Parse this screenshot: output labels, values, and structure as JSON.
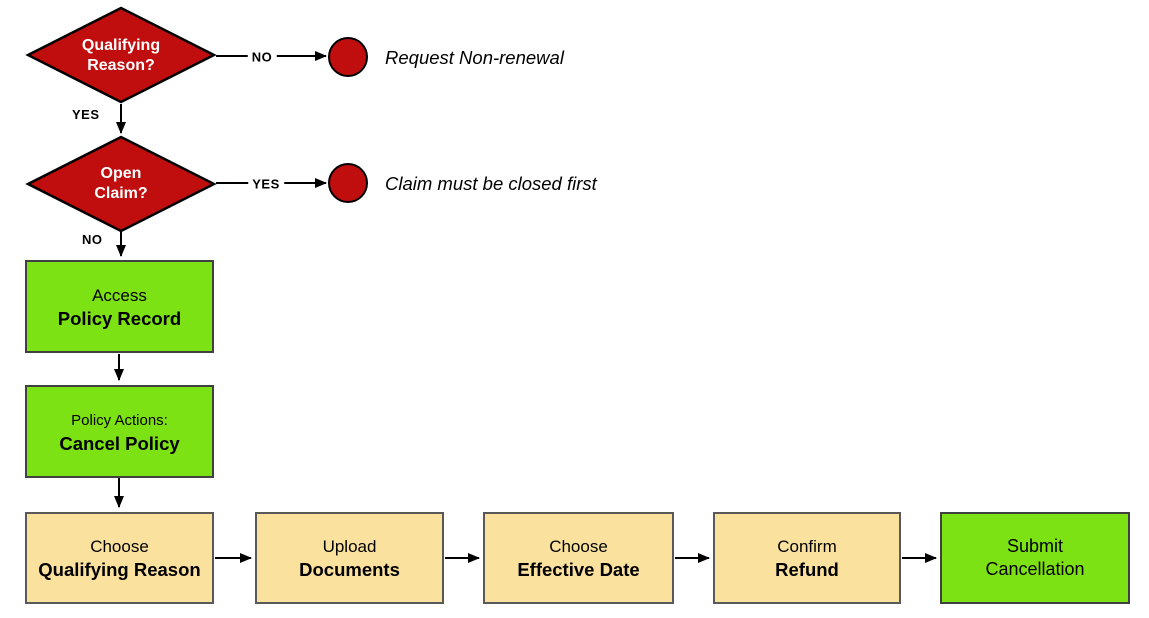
{
  "diagram": {
    "type": "flowchart",
    "topic": "Policy cancellation process"
  },
  "colors": {
    "decision_fill": "#C00D0D",
    "terminator_fill": "#C00D0D",
    "green_fill": "#7CE214",
    "tan_fill": "#FBE19E",
    "shape_outline": "#000000",
    "decision_text": "#FFFFFF",
    "body_text": "#000000",
    "background": "#FFFFFF"
  },
  "decisions": [
    {
      "line1": "Qualifying",
      "line2": "Reason?"
    },
    {
      "line1": "Open",
      "line2": "Claim?"
    }
  ],
  "edge_labels": {
    "qualifying_no": "NO",
    "qualifying_yes": "YES",
    "claim_yes": "YES",
    "claim_no": "NO"
  },
  "terminators": [
    {
      "note": "Request Non-renewal"
    },
    {
      "note": "Claim must be closed first"
    }
  ],
  "processes": [
    {
      "line1": "Access",
      "line2": "Policy Record"
    },
    {
      "line1": "Policy Actions:",
      "line2": "Cancel Policy"
    },
    {
      "line1": "Choose",
      "line2": "Qualifying Reason"
    },
    {
      "line1": "Upload",
      "line2": "Documents"
    },
    {
      "line1": "Choose",
      "line2": "Effective Date"
    },
    {
      "line1": "Confirm",
      "line2": "Refund"
    },
    {
      "line1": "Submit",
      "line2": "Cancellation"
    }
  ]
}
